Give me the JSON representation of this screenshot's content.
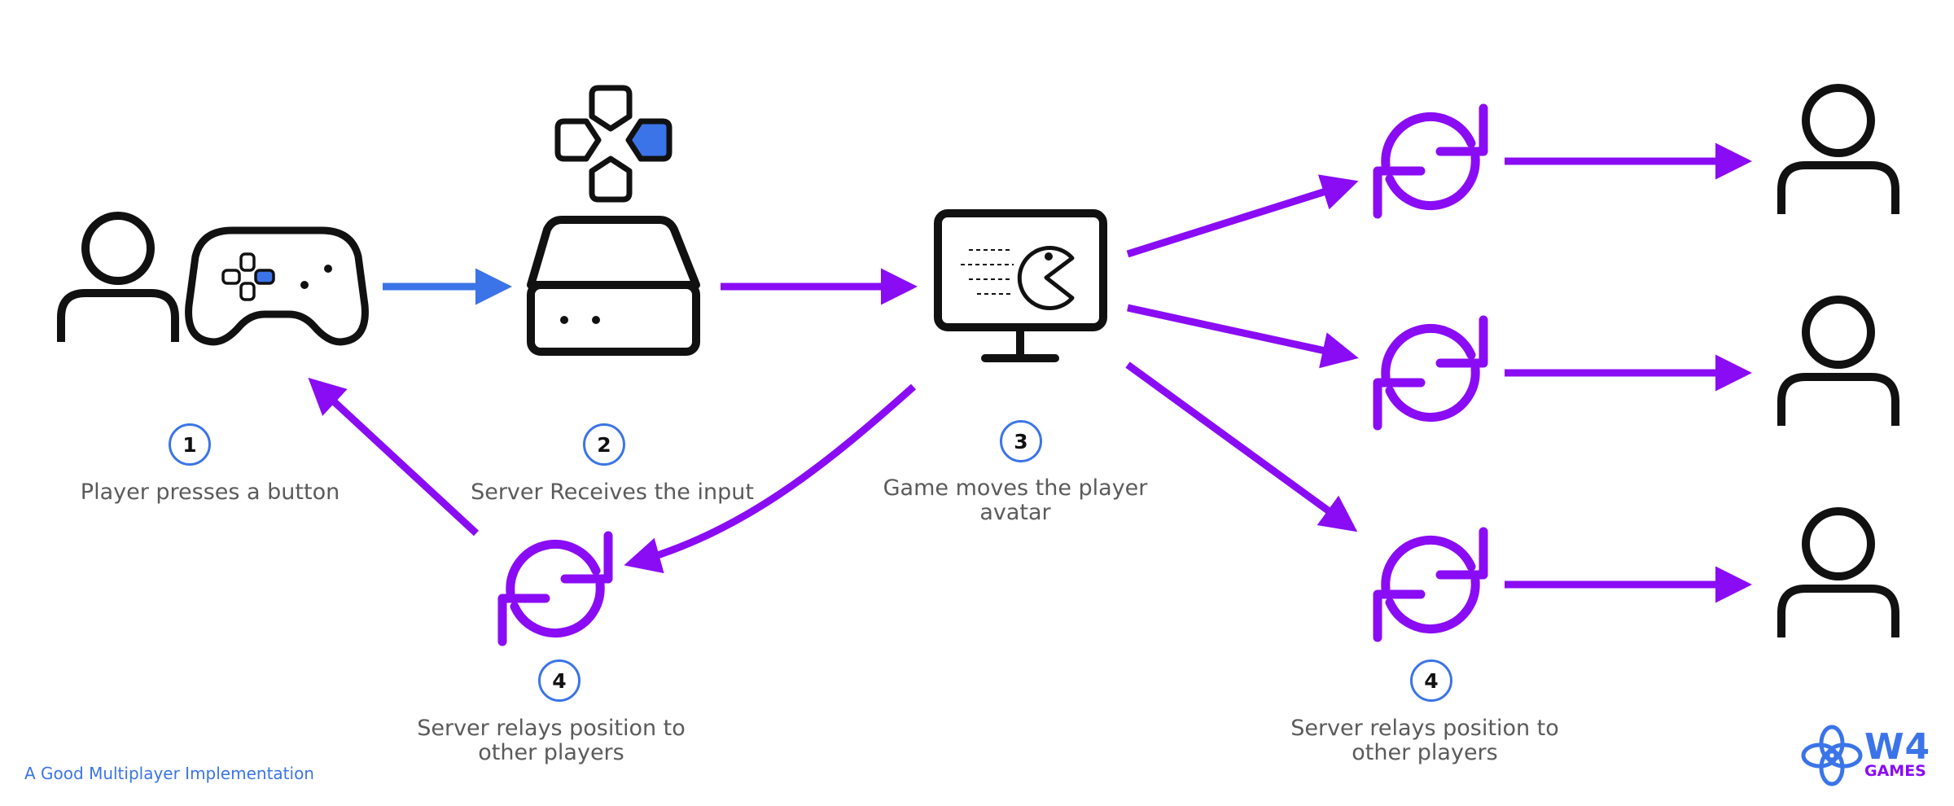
{
  "steps": [
    {
      "number": "1",
      "caption": "Player presses a button"
    },
    {
      "number": "2",
      "caption": "Server Receives the input"
    },
    {
      "number": "3",
      "caption_line1": "Game moves the player",
      "caption_line2": "avatar"
    },
    {
      "number": "4",
      "caption_line1": "Server relays position to",
      "caption_line2": "other players"
    },
    {
      "number": "4",
      "caption_line1": "Server relays position to",
      "caption_line2": "other players"
    }
  ],
  "footer": "A Good Multiplayer Implementation",
  "brand": {
    "line1": "W4",
    "line2": "GAMES"
  },
  "colors": {
    "purple": "#8A0CF5",
    "blue": "#3B74E8",
    "icon": "#111111",
    "caption": "#5a5a5a"
  },
  "icons": [
    "player-icon",
    "gamepad-icon",
    "dpad-icon",
    "server-icon",
    "monitor-icon",
    "pacman-icon",
    "sync-icon",
    "brand-logo-icon"
  ]
}
